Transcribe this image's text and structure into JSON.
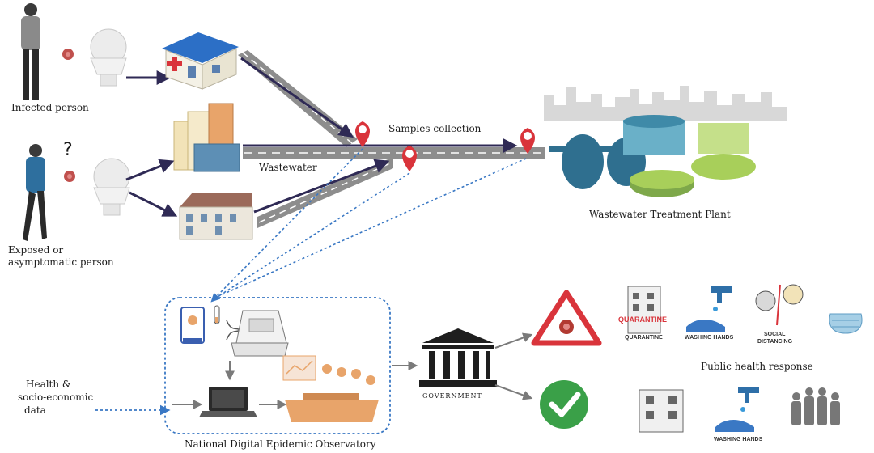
{
  "labels": {
    "infected": "Infected person",
    "exposed_1": "Exposed or",
    "exposed_2": "asymptomatic person",
    "wastewater": "Wastewater",
    "samples": "Samples collection",
    "wwtp": "Wastewater Treatment Plant",
    "health_1": "Health &",
    "health_2": "socio-economic",
    "health_3": "data",
    "observatory": "National Digital Epidemic Observatory",
    "government": "GOVERNMENT",
    "response": "Public health response",
    "question": "?"
  },
  "response_icons": {
    "quarantine_sign": "QUARANTINE",
    "quarantine": "QUARANTINE",
    "washing_1": "WASHING HANDS",
    "social_1": "SOCIAL",
    "social_2": "DISTANCING",
    "washing_2": "WASHING HANDS"
  },
  "colors": {
    "arrow": "#2f2a55",
    "road": "#8d8d8d",
    "pin": "#d9343b",
    "dotted": "#3a78c4",
    "warning": "#d9343b",
    "check": "#3aa048",
    "tank_blue": "#2f6f8f",
    "tank_green": "#a8cf5a"
  }
}
